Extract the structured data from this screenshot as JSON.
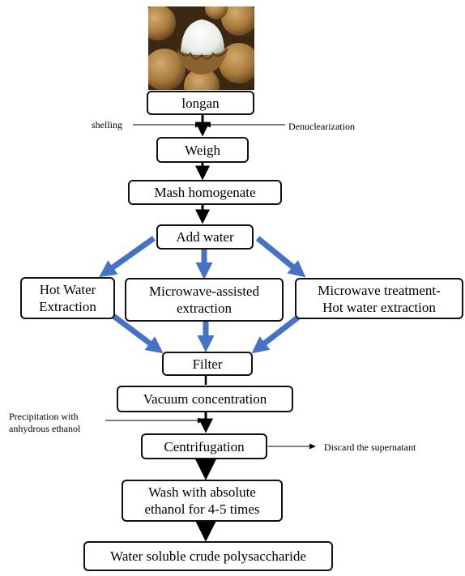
{
  "figure": {
    "image_subject": "longan fruit photo",
    "colors": {
      "box_border": "#111111",
      "arrow_black": "#000000",
      "arrow_blue": "#4472c4"
    }
  },
  "nodes": {
    "longan": "longan",
    "weigh": "Weigh",
    "mash": "Mash homogenate",
    "add_water": "Add water",
    "hot_water_line1": "Hot Water",
    "hot_water_line2": "Extraction",
    "microwave_assisted_line1": "Microwave-assisted",
    "microwave_assisted_line2": "extraction",
    "microwave_treatment_line1": "Microwave treatment-",
    "microwave_treatment_line2": "Hot water extraction",
    "filter": "Filter",
    "vacuum": "Vacuum concentration",
    "centrifugation": "Centrifugation",
    "wash_line1": "Wash with absolute",
    "wash_line2": "ethanol for 4-5 times",
    "final": "Water soluble crude polysaccharide"
  },
  "side_notes": {
    "shelling": "shelling",
    "denuclearization": "Denuclearization",
    "precipitation_line1": "Precipitation with",
    "precipitation_line2": "anhydrous ethanol",
    "discard": "Discard the supernatant"
  }
}
